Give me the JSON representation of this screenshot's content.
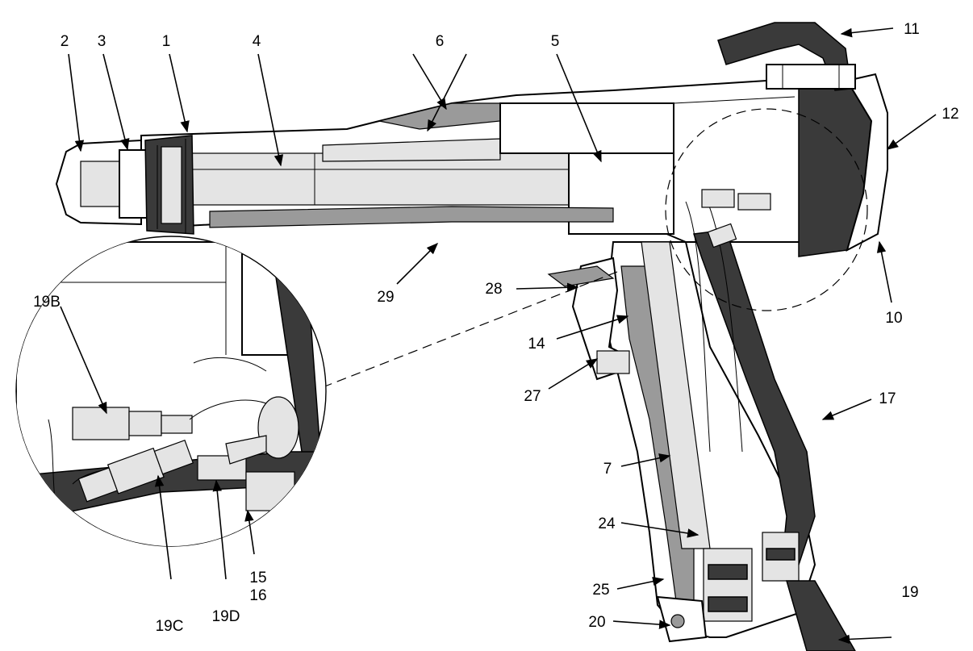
{
  "labels": [
    {
      "id": "1",
      "text": "1"
    },
    {
      "id": "2",
      "text": "2"
    },
    {
      "id": "3",
      "text": "3"
    },
    {
      "id": "4",
      "text": "4"
    },
    {
      "id": "5",
      "text": "5"
    },
    {
      "id": "6",
      "text": "6"
    },
    {
      "id": "7",
      "text": "7"
    },
    {
      "id": "10",
      "text": "10"
    },
    {
      "id": "11",
      "text": "11"
    },
    {
      "id": "12",
      "text": "12"
    },
    {
      "id": "14",
      "text": "14"
    },
    {
      "id": "15",
      "text": "15"
    },
    {
      "id": "16",
      "text": "16"
    },
    {
      "id": "17",
      "text": "17"
    },
    {
      "id": "19",
      "text": "19"
    },
    {
      "id": "19B",
      "text": "19B"
    },
    {
      "id": "19C",
      "text": "19C"
    },
    {
      "id": "19D",
      "text": "19D"
    },
    {
      "id": "20",
      "text": "20"
    },
    {
      "id": "24",
      "text": "24"
    },
    {
      "id": "25",
      "text": "25"
    },
    {
      "id": "27",
      "text": "27"
    },
    {
      "id": "28",
      "text": "28"
    },
    {
      "id": "29",
      "text": "29"
    }
  ]
}
